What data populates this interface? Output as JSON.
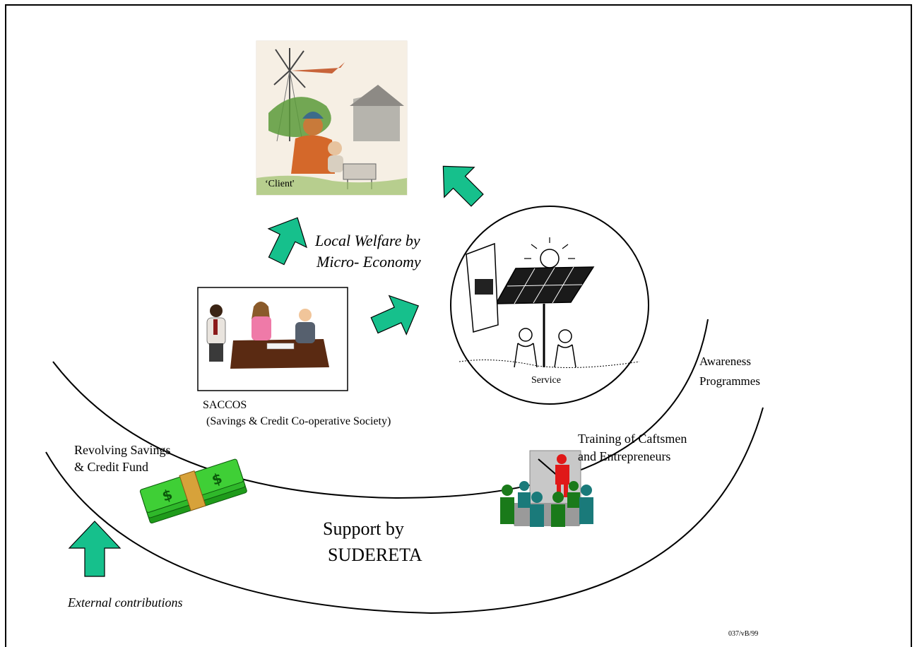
{
  "labels": {
    "client": "‘Client'",
    "local_welfare_line1": "Local Welfare by",
    "local_welfare_line2": "Micro- Economy",
    "service": "Service",
    "awareness_line1": "Awareness",
    "awareness_line2": "Programmes",
    "saccos_line1": "SACCOS",
    "saccos_line2": "(Savings  & Credit Co-operative Society)",
    "revolving_line1": "Revolving Savings",
    "revolving_line2": "& Credit Fund",
    "training_line1": "Training of Caftsmen",
    "training_line2": "and Entrepreneurs",
    "support_line1": "Support by",
    "support_line2": "SUDERETA",
    "external": "External contributions",
    "code": "037/vB/99"
  },
  "colors": {
    "arrow_fill": "#16c08c",
    "money_green": "#2fb82a",
    "money_band": "#d7a23a",
    "table_brown": "#5a2a12",
    "trainer_red": "#e01818",
    "audience_green": "#1a7a1a",
    "audience_teal": "#1a7a7a"
  },
  "icons": {
    "client_picture": "family-windmill-illustration",
    "service_picture": "solar-panel-illustration",
    "saccos_picture": "meeting-clipart",
    "money_picture": "money-stack-icon",
    "training_picture": "classroom-training-icon"
  }
}
